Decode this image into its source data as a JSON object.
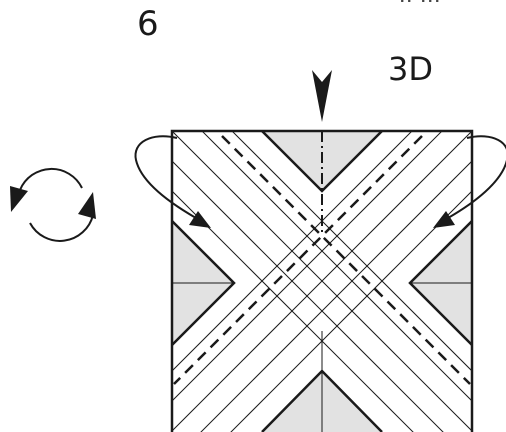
{
  "step": {
    "number": "6",
    "note": "3D",
    "top_cut_text": "~~~~ .. ..."
  },
  "colors": {
    "line": "#1a1a1a",
    "shade": "#e2e2e2",
    "paper": "#ffffff"
  },
  "icons": {
    "push_arrow": "push-down-arrow-icon",
    "rotate": "rotate-arrows-icon",
    "fold_left": "curved-fold-arrow-left-icon",
    "fold_right": "curved-fold-arrow-right-icon"
  },
  "line_legend": {
    "valley_fold": "dashed",
    "mountain_fold": "dash-dot",
    "crease": "thin"
  }
}
